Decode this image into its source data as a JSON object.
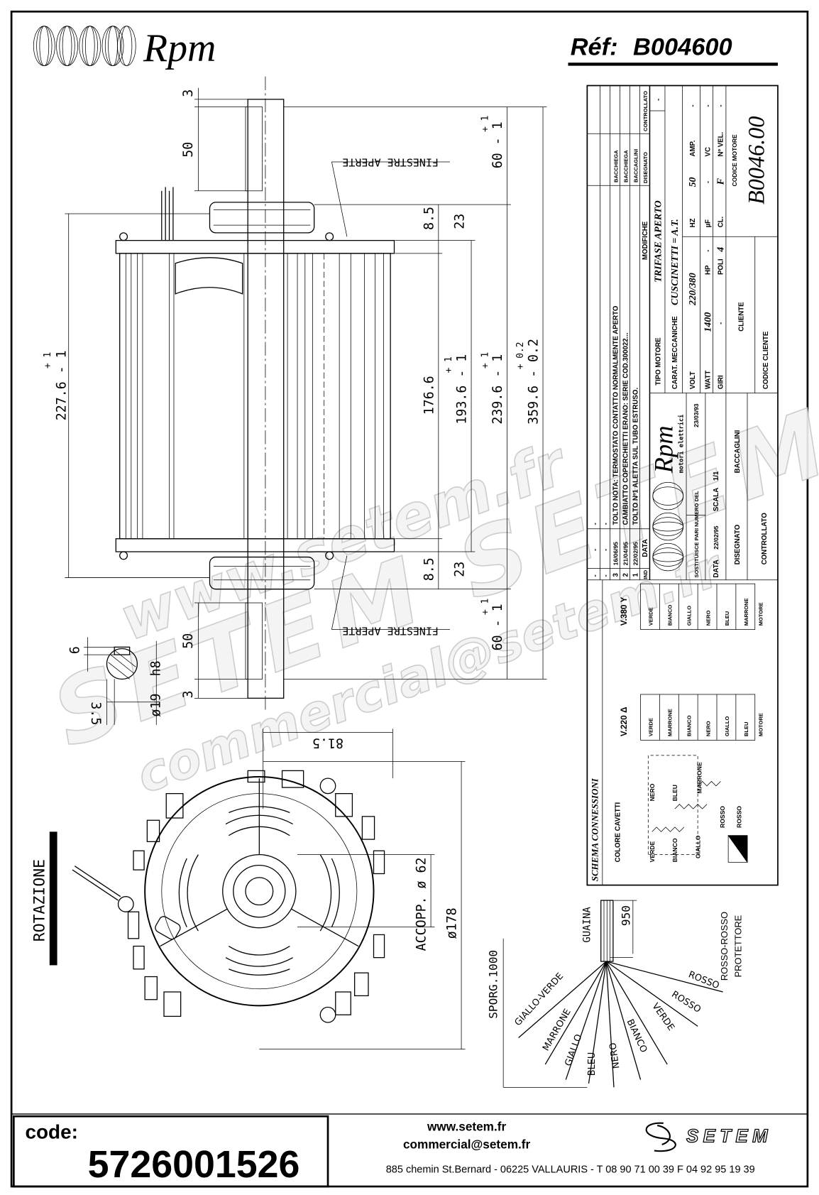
{
  "header": {
    "brand": "Rpm",
    "ref_label": "Réf:",
    "ref_value": "B004600"
  },
  "side_view": {
    "shaft_gap_top": "3",
    "shaft_length_top": "50",
    "shaft_gap_bottom": "3",
    "shaft_length_bottom": "50",
    "overall_body": "227.6 - 1",
    "overall_body_tol_plus": "+ 1",
    "inner_length": "176.6",
    "frame_length": "193.6 - 1",
    "frame_length_tol_plus": "+ 1",
    "total_body": "239.6 - 1",
    "total_body_tol_plus": "+ 1",
    "total_length": "359.6 - 0.2",
    "total_length_tol_plus": "+ 0.2",
    "shaft_top": "60 - 1",
    "shaft_top_tol_plus": "+ 1",
    "shaft_bottom": "60 - 1",
    "shaft_bottom_tol_plus": "+ 1",
    "flange_top": "8.5",
    "cap_top": "23",
    "flange_bottom": "8.5",
    "cap_bottom": "23",
    "window_label_top": "FINESTRE APERTE",
    "window_label_bottom": "FINESTRE APERTE"
  },
  "shaft_section": {
    "key_width": "6",
    "fit": "h8",
    "diameter": "ø19",
    "key_depth": "3.5"
  },
  "front_view": {
    "offset": "81.5",
    "diameter": "ø178",
    "coupling": "ACCOPP. ø 62",
    "rotation_label": "ROTAZIONE"
  },
  "cable": {
    "sheath": "GUAINA",
    "sheath_length": "950",
    "overhang": "SPORG.1000",
    "protector_1": "ROSSO-ROSSO",
    "protector_2": "PROTETTORE",
    "wires": [
      "GIALLO-VERDE",
      "MARRONE",
      "GIALLO",
      "BLEU",
      "NERO",
      "BIANCO",
      "VERDE",
      "ROSSO",
      "ROSSO"
    ]
  },
  "title_block": {
    "revisions": [
      {
        "ind": "-",
        "date": "-",
        "text": "-",
        "by": ""
      },
      {
        "ind": "-",
        "date": "-",
        "text": "-",
        "by": ""
      },
      {
        "ind": "3",
        "date": "16/06/95",
        "text": "TOLTO NOTA:  TERMOSTATO CONTATTO NORMALMENTE APERTO",
        "by": "BACCHIEGA"
      },
      {
        "ind": "2",
        "date": "21/04/95",
        "text": "CAMBIATTO COPERCHIETTI ERANO: SERIE COD.300022...",
        "by": "BACCHIEGA"
      },
      {
        "ind": "1",
        "date": "22/02/95",
        "text": "TOLTO Nº1 ALETTA SUL TUBO ESTRUSO.",
        "by": "BACCAGLINI"
      }
    ],
    "rev_header": {
      "ind": "IND",
      "date": "DATA",
      "text": "MODIFICHE",
      "by": "DISEGNATO",
      "checked": "CONTROLLATO"
    },
    "logo_brand": "Rpm",
    "logo_sub": "motori elettrici",
    "replaces_label": "SOSTITUISCE PARI NUMERO DEL",
    "replaces_date": "23/03/93",
    "date_label": "DATA",
    "date_value": "22/02/95",
    "scale_label": "SCALA",
    "scale_value": "1/1",
    "drawn_label": "DISEGNATO",
    "drawn_value": "BACCAGLINI",
    "checked_label": "CONTROLLATO",
    "motor_type_label": "TIPO MOTORE",
    "motor_type": "TRIFASE APERTO",
    "motor_type_extra": "-",
    "mech_label": "CARAT. MECCANICHE",
    "mech_value": "CUSCINETTI = A.T.",
    "volt_label": "VOLT",
    "volt": "220/380",
    "hz_label": "HZ",
    "hz": "50",
    "amp_label": "AMP.",
    "amp": "-",
    "watt_label": "WATT",
    "watt": "1400",
    "hp_label": "HP",
    "hp": "-",
    "uf_label": "µF",
    "uf": "-",
    "vc_label": "VC",
    "vc": "-",
    "giri_label": "GIRI",
    "giri": "-",
    "poli_label": "POLI",
    "poli": "4",
    "cl_label": "CL.",
    "cl": "F",
    "vel_label": "Nº VEL.",
    "vel": "-",
    "client_label": "CLIENTE",
    "client_code_label": "CODICE CLIENTE",
    "motor_code_label": "CODICE MOTORE",
    "motor_code": "B0046.00"
  },
  "connections": {
    "title": "SCHEMA CONNESSIONI",
    "v380": {
      "label": "V.380 Y",
      "terminals": [
        "VERDE",
        "BIANCO",
        "GIALLO",
        "NERO",
        "BLEU",
        "MARRONE"
      ],
      "motor": "MOTORE"
    },
    "v220": {
      "label": "V.220 Δ",
      "terminals": [
        "VERDE",
        "MARRONE",
        "BIANCO",
        "NERO",
        "GIALLO",
        "BLEU"
      ],
      "motor": "MOTORE"
    },
    "colors_label": "COLORE CAVETTI",
    "winding_top": [
      "NERO",
      "BLEU",
      "MARRONE"
    ],
    "winding_bottom": [
      "VERDE",
      "BIANCO",
      "GIALLO"
    ],
    "protector": [
      "ROSSO",
      "ROSSO"
    ]
  },
  "watermark": {
    "line1": "www.setem.fr",
    "line2": "SETEM SETEM",
    "line3": "commercial@setem.fr"
  },
  "footer": {
    "code_label": "code:",
    "code_value": "5726001526",
    "website": "www.setem.fr",
    "email": "commercial@setem.fr",
    "address": "885 chemin St.Bernard  -  06225 VALLAURIS  -  T 08 90 71 00 39   F 04 92 95 19 39",
    "logo_text": "SETEM"
  }
}
